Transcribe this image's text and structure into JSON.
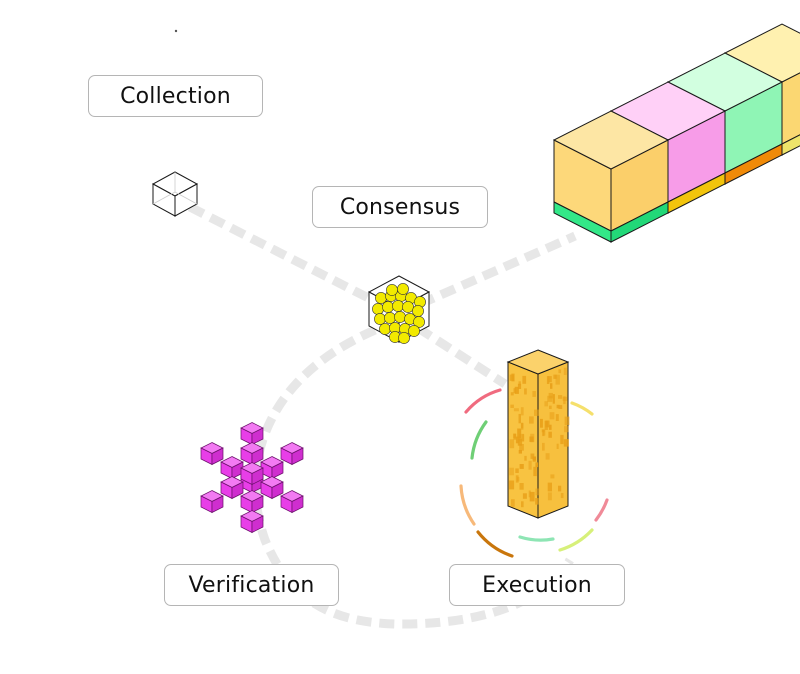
{
  "labels": {
    "collection": "Collection",
    "consensus": "Consensus",
    "verification": "Verification",
    "execution": "Execution"
  },
  "colors": {
    "path": "#e7e7e7",
    "consensus_spheres": "#f2ea00",
    "verification_cubes": "#e83ee8",
    "execution_bar": "#f8c341",
    "outline": "#1a1a1a"
  },
  "icons": {
    "collection": "wireframe-cube-icon",
    "consensus": "spheres-cube-icon",
    "verification": "cube-cluster-icon",
    "execution": "bar-tower-icon",
    "chain": "block-chain-icon"
  }
}
